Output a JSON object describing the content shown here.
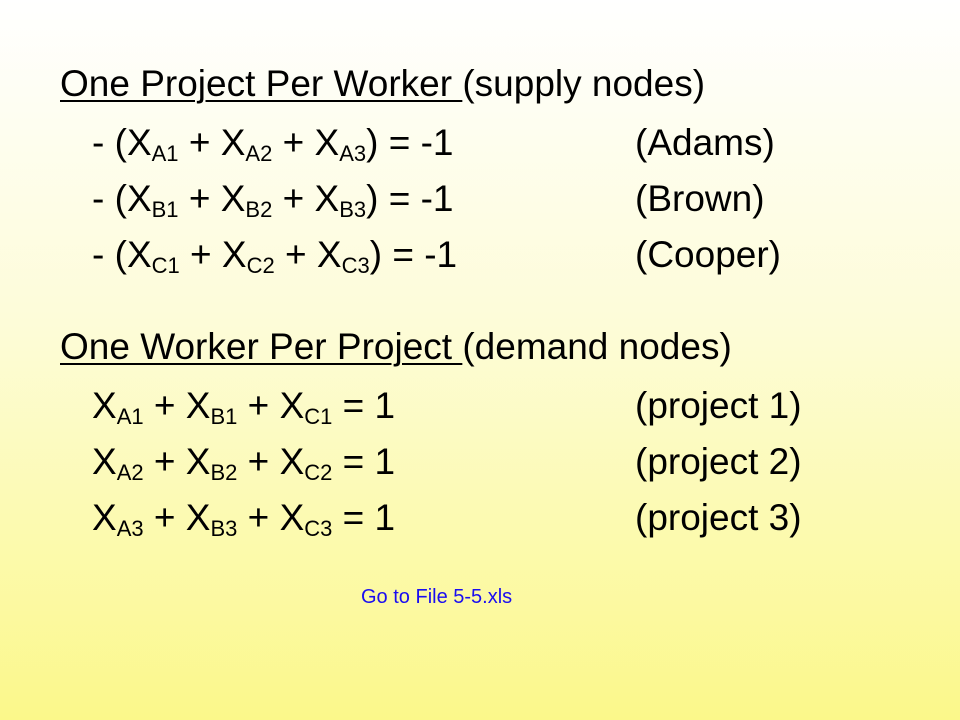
{
  "section1": {
    "title_underlined": "One Project Per Worker ",
    "title_rest": "(supply nodes)",
    "rows": [
      {
        "prefix": "- (",
        "terms": [
          {
            "var": "X",
            "sub": "A1"
          },
          {
            "var": "X",
            "sub": "A2"
          },
          {
            "var": "X",
            "sub": "A3"
          }
        ],
        "suffix": ") = -1",
        "label": "(Adams)"
      },
      {
        "prefix": "- (",
        "terms": [
          {
            "var": "X",
            "sub": "B1"
          },
          {
            "var": "X",
            "sub": "B2"
          },
          {
            "var": "X",
            "sub": "B3"
          }
        ],
        "suffix": ") = -1",
        "label": "(Brown)"
      },
      {
        "prefix": "- (",
        "terms": [
          {
            "var": "X",
            "sub": "C1"
          },
          {
            "var": "X",
            "sub": "C2"
          },
          {
            "var": "X",
            "sub": "C3"
          }
        ],
        "suffix": ") = -1",
        "label": "(Cooper)"
      }
    ]
  },
  "section2": {
    "title_underlined": "One Worker Per Project ",
    "title_rest": "(demand nodes)",
    "rows": [
      {
        "prefix": "",
        "terms": [
          {
            "var": "X",
            "sub": "A1"
          },
          {
            "var": "X",
            "sub": "B1"
          },
          {
            "var": "X",
            "sub": "C1"
          }
        ],
        "suffix": " = 1",
        "label": "(project 1)"
      },
      {
        "prefix": "",
        "terms": [
          {
            "var": "X",
            "sub": "A2"
          },
          {
            "var": "X",
            "sub": "B2"
          },
          {
            "var": "X",
            "sub": "C2"
          }
        ],
        "suffix": " = 1",
        "label": "(project 2)"
      },
      {
        "prefix": "",
        "terms": [
          {
            "var": "X",
            "sub": "A3"
          },
          {
            "var": "X",
            "sub": "B3"
          },
          {
            "var": "X",
            "sub": "C3"
          }
        ],
        "suffix": " = 1",
        "label": "(project 3)"
      }
    ]
  },
  "plus": " + ",
  "link": {
    "text": "Go to File 5-5.xls",
    "color": "#1a0df0"
  },
  "colors": {
    "text": "#000000",
    "background_top": "#ffffff",
    "background_bottom": "#fbf88a"
  }
}
